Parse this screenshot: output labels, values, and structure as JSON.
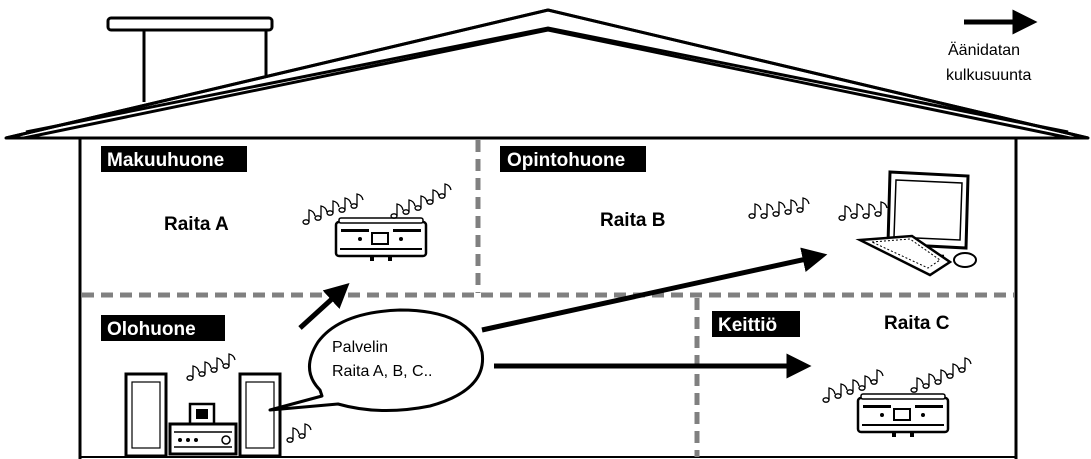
{
  "legend": {
    "line1": "Äänidatan",
    "line2": "kulkusuunta",
    "arrow_icon": "arrow-right-icon"
  },
  "rooms": {
    "bedroom": "Makuuhuone",
    "study": "Opintohuone",
    "living_room": "Olohuone",
    "kitchen": "Keittiö"
  },
  "tracks": {
    "bedroom": "Raita A",
    "study": "Raita B",
    "kitchen": "Raita C"
  },
  "server": {
    "line1": "Palvelin",
    "line2": "Raita A, B, C.."
  },
  "icons": {
    "stereo": "hifi-stereo-icon",
    "radio_bedroom": "network-radio-icon",
    "radio_kitchen": "network-radio-icon",
    "computer": "desktop-computer-icon",
    "notes": "music-notes-icon"
  },
  "colors": {
    "outline": "#000000",
    "divider": "#808080",
    "label_background": "#000000",
    "label_text": "#ffffff"
  }
}
